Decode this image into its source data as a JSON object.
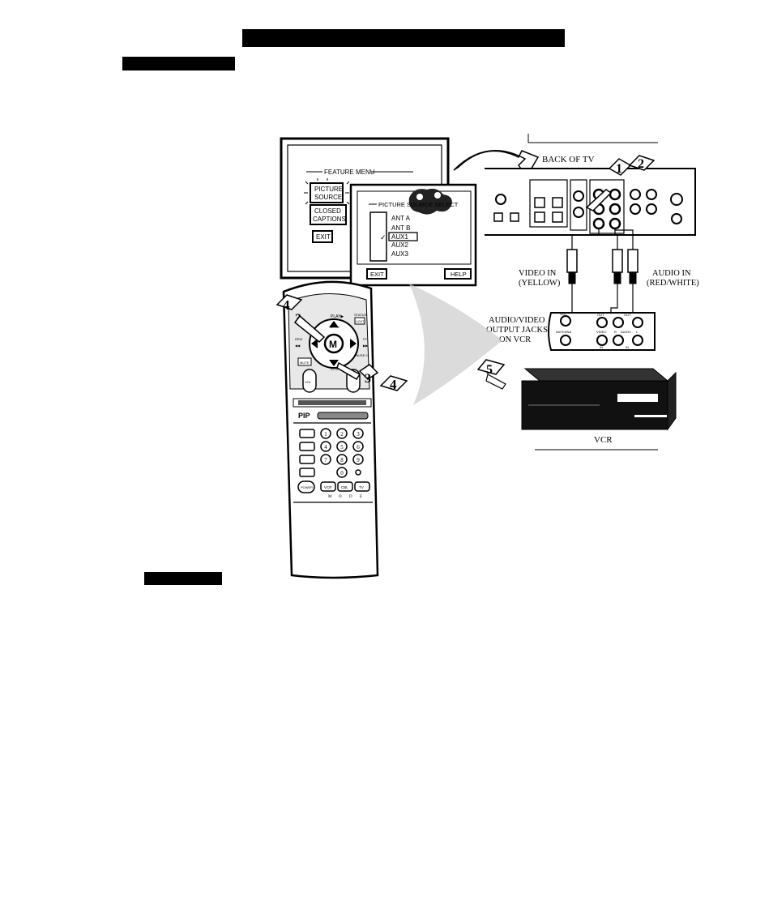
{
  "tv_screen": {
    "feature_menu_title": "FEATURE MENU",
    "items": [
      "PICTURE",
      "SOURCE",
      "CLOSED",
      "CAPTIONS",
      "EXIT"
    ]
  },
  "source_select": {
    "title": "PICTURE SOURCE SELECT",
    "options": [
      "ANT A",
      "ANT B",
      "AUX1",
      "AUX2",
      "AUX3"
    ],
    "selected": "AUX1",
    "check_mark": "✓",
    "exit_label": "EXIT",
    "help_label": "HELP"
  },
  "back_of_tv": {
    "label": "BACK OF TV",
    "video_in_line1": "VIDEO IN",
    "video_in_line2": "(YELLOW)",
    "audio_in_line1": "AUDIO IN",
    "audio_in_line2": "(RED/WHITE)",
    "step1": "1",
    "step2": "2"
  },
  "vcr": {
    "jacks_line1": "AUDIO/VIDEO",
    "jacks_line2": "OUTPUT JACKS",
    "jacks_line3": "ON VCR",
    "label": "VCR",
    "step5": "5",
    "jack_labels": [
      "OUT",
      "OUT",
      "OUT",
      "ANTENNA",
      "VIDEO",
      "R",
      "AUDIO",
      "L",
      "IN",
      "IN"
    ]
  },
  "remote": {
    "step3a": "3",
    "step3b": "3",
    "step4a": "4",
    "step4b": "4",
    "labels": [
      "PLAY▶",
      "STATUS",
      "LIGHT",
      "REW",
      "◀◀",
      "FF",
      "▶▶",
      "MENU",
      "M",
      "MUTE",
      "PAUSE II",
      "STOP",
      "VOL",
      "PIP",
      "POWER",
      "VCR",
      "CBL",
      "TV"
    ],
    "mode_letters": [
      "M",
      "O",
      "D",
      "E"
    ],
    "digits": [
      "1",
      "2",
      "3",
      "4",
      "5",
      "6",
      "7",
      "8",
      "9",
      "0"
    ]
  }
}
